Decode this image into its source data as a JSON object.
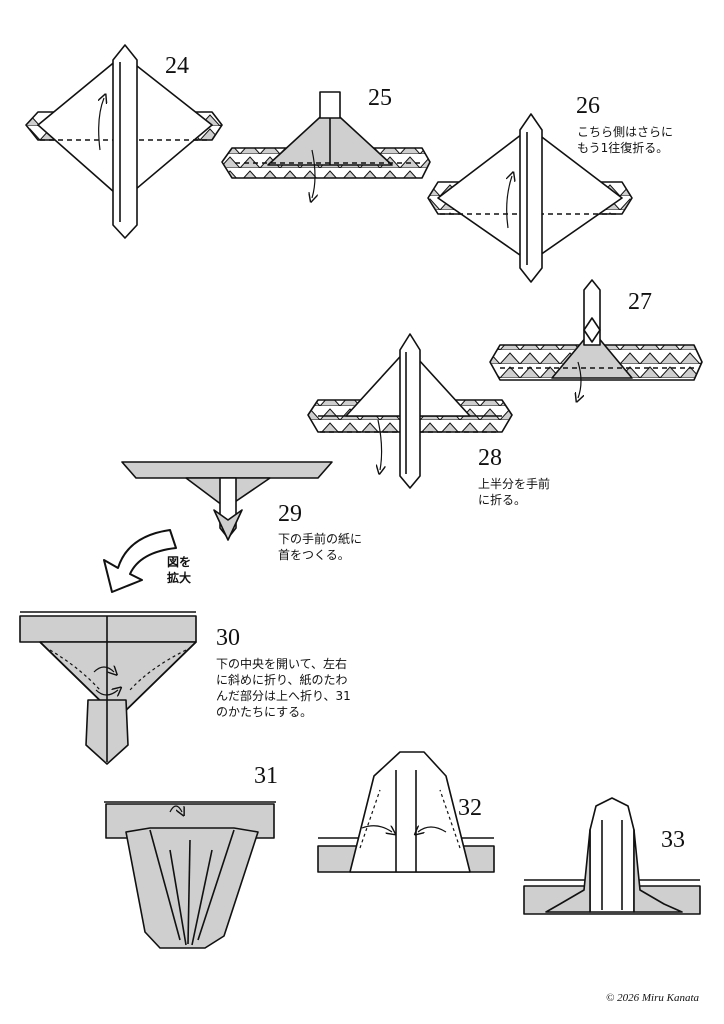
{
  "steps": [
    {
      "number": "24"
    },
    {
      "number": "25"
    },
    {
      "number": "26",
      "caption": "こちら側はさらに\nもう1往復折る。"
    },
    {
      "number": "27"
    },
    {
      "number": "28",
      "caption": "上半分を手前\nに折る。"
    },
    {
      "number": "29",
      "caption": "下の手前の紙に\n首をつくる。"
    },
    {
      "number": "30",
      "caption": "下の中央を開いて、左右\nに斜めに折り、紙のたわ\nんだ部分は上へ折り、31\nのかたちにする。"
    },
    {
      "number": "31"
    },
    {
      "number": "32"
    },
    {
      "number": "33"
    }
  ],
  "enlarge_label": "図を\n拡大",
  "copyright": "© 2026 Miru Kanata",
  "colors": {
    "paper_shade": "#cfcfcf",
    "line": "#111111"
  }
}
